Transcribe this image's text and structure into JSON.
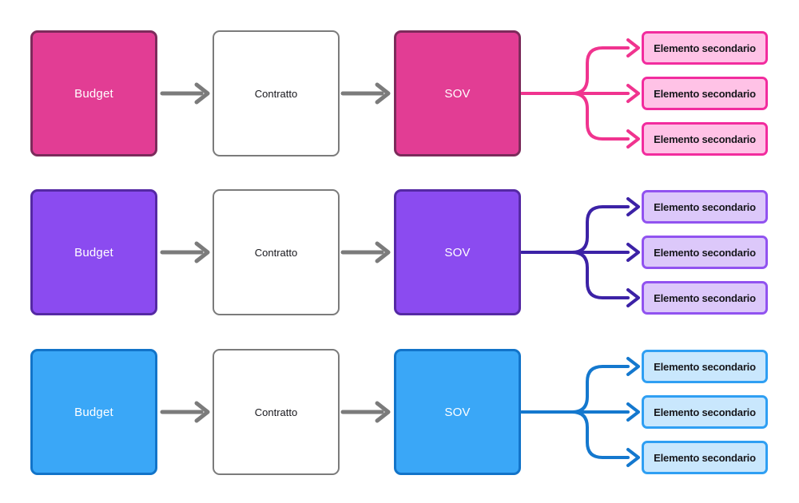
{
  "diagram": {
    "background": "#FFFFFF",
    "connector_color": "#7B7B7B",
    "text_color": "#17171C",
    "rows": [
      {
        "theme": "pink",
        "nodes": {
          "budget": "Budget",
          "contratto": "Contratto",
          "sov": "SOV"
        },
        "secondary_items": [
          "Elemento secondario",
          "Elemento secondario",
          "Elemento secondario"
        ],
        "colors": {
          "fill": "#E23D94",
          "stroke": "#7C2B5B",
          "arrow": "#F0348F",
          "chip_fill": "#FFC2E6",
          "chip_stroke": "#F22C9E"
        }
      },
      {
        "theme": "purple",
        "nodes": {
          "budget": "Budget",
          "contratto": "Contratto",
          "sov": "SOV"
        },
        "secondary_items": [
          "Elemento secondario",
          "Elemento secondario",
          "Elemento secondario"
        ],
        "colors": {
          "fill": "#8B4BF0",
          "stroke": "#5529A4",
          "arrow": "#3C22A6",
          "chip_fill": "#DCC8FA",
          "chip_stroke": "#9153F0"
        }
      },
      {
        "theme": "blue",
        "nodes": {
          "budget": "Budget",
          "contratto": "Contratto",
          "sov": "SOV"
        },
        "secondary_items": [
          "Elemento secondario",
          "Elemento secondario",
          "Elemento secondario"
        ],
        "colors": {
          "fill": "#3AA7F7",
          "stroke": "#1274C9",
          "arrow": "#1478CE",
          "chip_fill": "#C9E7FD",
          "chip_stroke": "#2F9FF3"
        }
      }
    ]
  }
}
